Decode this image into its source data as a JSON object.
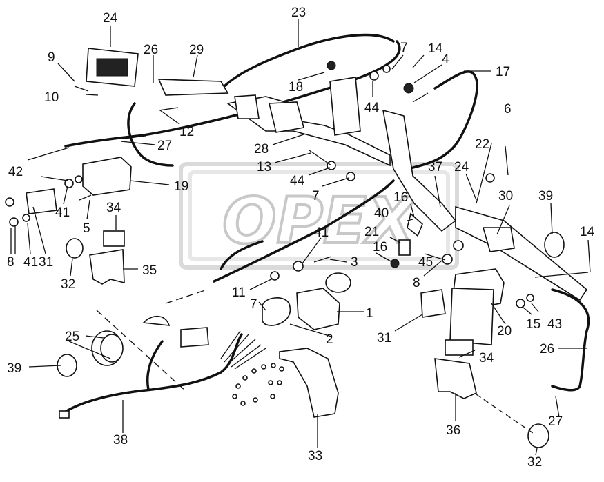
{
  "diagram": {
    "watermark": "OPEX",
    "callouts": [
      {
        "id": "c24a",
        "text": "24"
      },
      {
        "id": "c23",
        "text": "23"
      },
      {
        "id": "c9",
        "text": "9"
      },
      {
        "id": "c26a",
        "text": "26"
      },
      {
        "id": "c29",
        "text": "29"
      },
      {
        "id": "c7a",
        "text": "7"
      },
      {
        "id": "c14a",
        "text": "14"
      },
      {
        "id": "c4",
        "text": "4"
      },
      {
        "id": "c17",
        "text": "17"
      },
      {
        "id": "c10",
        "text": "10"
      },
      {
        "id": "c18",
        "text": "18"
      },
      {
        "id": "c44a",
        "text": "44"
      },
      {
        "id": "c6",
        "text": "6"
      },
      {
        "id": "c12",
        "text": "12"
      },
      {
        "id": "c27a",
        "text": "27"
      },
      {
        "id": "c28",
        "text": "28"
      },
      {
        "id": "c22",
        "text": "22"
      },
      {
        "id": "c13",
        "text": "13"
      },
      {
        "id": "c42",
        "text": "42"
      },
      {
        "id": "c37",
        "text": "37"
      },
      {
        "id": "c24b",
        "text": "24"
      },
      {
        "id": "c44b",
        "text": "44"
      },
      {
        "id": "c19",
        "text": "19"
      },
      {
        "id": "c7b",
        "text": "7"
      },
      {
        "id": "c16a",
        "text": "16"
      },
      {
        "id": "c30",
        "text": "30"
      },
      {
        "id": "c39a",
        "text": "39"
      },
      {
        "id": "c41a",
        "text": "41"
      },
      {
        "id": "c34a",
        "text": "34"
      },
      {
        "id": "c40",
        "text": "40"
      },
      {
        "id": "c5",
        "text": "5"
      },
      {
        "id": "c41b",
        "text": "41"
      },
      {
        "id": "c21",
        "text": "21"
      },
      {
        "id": "c14b",
        "text": "14"
      },
      {
        "id": "c8a",
        "text": "8"
      },
      {
        "id": "c41c",
        "text": "41"
      },
      {
        "id": "c31a",
        "text": "31"
      },
      {
        "id": "c16b",
        "text": "16"
      },
      {
        "id": "c3",
        "text": "3"
      },
      {
        "id": "c45",
        "text": "45"
      },
      {
        "id": "c32a",
        "text": "32"
      },
      {
        "id": "c35",
        "text": "35"
      },
      {
        "id": "c8b",
        "text": "8"
      },
      {
        "id": "c11",
        "text": "11"
      },
      {
        "id": "c7c",
        "text": "7"
      },
      {
        "id": "c1",
        "text": "1"
      },
      {
        "id": "c15",
        "text": "15"
      },
      {
        "id": "c43",
        "text": "43"
      },
      {
        "id": "c31b",
        "text": "31"
      },
      {
        "id": "c20",
        "text": "20"
      },
      {
        "id": "c2",
        "text": "2"
      },
      {
        "id": "c25",
        "text": "25"
      },
      {
        "id": "c26b",
        "text": "26"
      },
      {
        "id": "c34b",
        "text": "34"
      },
      {
        "id": "c39b",
        "text": "39"
      },
      {
        "id": "c27b",
        "text": "27"
      },
      {
        "id": "c38",
        "text": "38"
      },
      {
        "id": "c36",
        "text": "36"
      },
      {
        "id": "c33",
        "text": "33"
      },
      {
        "id": "c32b",
        "text": "32"
      }
    ]
  }
}
